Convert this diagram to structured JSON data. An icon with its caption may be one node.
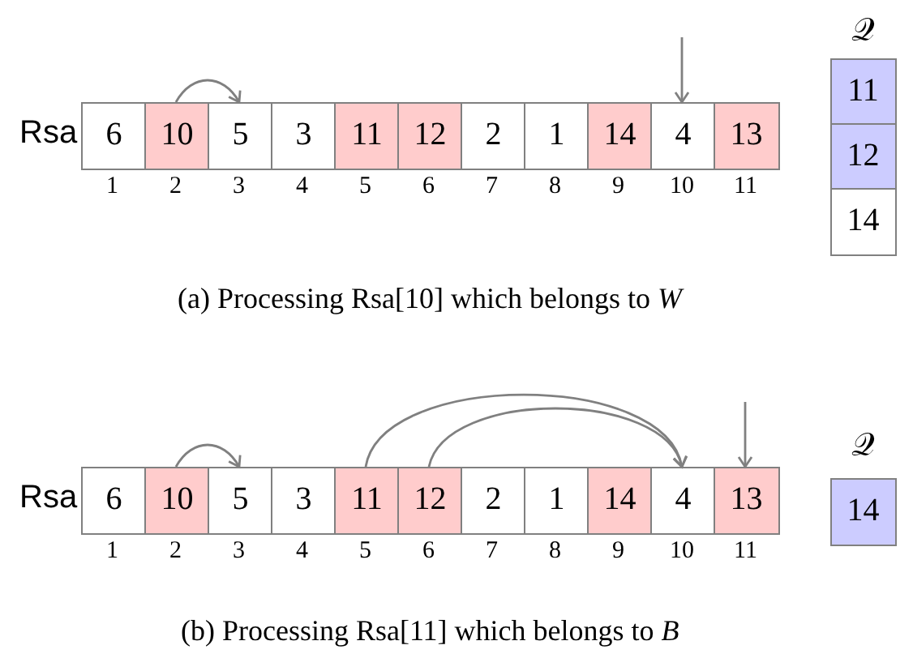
{
  "diagram": {
    "nodes": [
      {
        "text": [
          "6"
        ]
      },
      {
        "text": [
          "10"
        ]
      },
      {
        "text": [
          "5"
        ]
      },
      {
        "text": [
          "3"
        ]
      },
      {
        "text": [
          "11"
        ]
      },
      {
        "text": [
          "12"
        ]
      },
      {
        "text": [
          "2"
        ]
      },
      {
        "text": [
          "1"
        ]
      },
      {
        "text": [
          "14"
        ]
      },
      {
        "text": [
          "4"
        ]
      },
      {
        "text": [
          "13"
        ]
      },
      {
        "text": [
          "11"
        ]
      },
      {
        "text": [
          "12"
        ]
      },
      {
        "text": [
          "14"
        ]
      },
      {
        "text": [
          "6"
        ]
      },
      {
        "text": [
          "10"
        ]
      },
      {
        "text": [
          "5"
        ]
      },
      {
        "text": [
          "3"
        ]
      },
      {
        "text": [
          "11"
        ]
      },
      {
        "text": [
          "12"
        ]
      },
      {
        "text": [
          "2"
        ]
      },
      {
        "text": [
          "1"
        ]
      },
      {
        "text": [
          "14"
        ]
      },
      {
        "text": [
          "4"
        ]
      },
      {
        "text": [
          "13"
        ]
      },
      {
        "text": [
          "14"
        ]
      }
    ],
    "edges": [
      {
        "from": 1,
        "to": 2,
        "arrow": "to"
      },
      {
        "from": null,
        "to": 9,
        "arrow": "to"
      },
      {
        "from": 15,
        "to": 16,
        "arrow": "to"
      },
      {
        "from": 18,
        "to": 23,
        "arrow": "to"
      },
      {
        "from": 19,
        "to": 23,
        "arrow": "to"
      },
      {
        "from": null,
        "to": 24,
        "arrow": "to"
      }
    ],
    "labels": [
      "𝒬",
      "Rsa",
      "1",
      "2",
      "3",
      "4",
      "5",
      "6",
      "7",
      "8",
      "9",
      "10",
      "11",
      "(a) Processing Rsa[10] which belongs to *W*",
      "𝒬",
      "Rsa",
      "1",
      "2",
      "3",
      "4",
      "5",
      "6",
      "7",
      "8",
      "9",
      "10",
      "11",
      "(b) Processing Rsa[11] which belongs to *B*"
    ]
  }
}
